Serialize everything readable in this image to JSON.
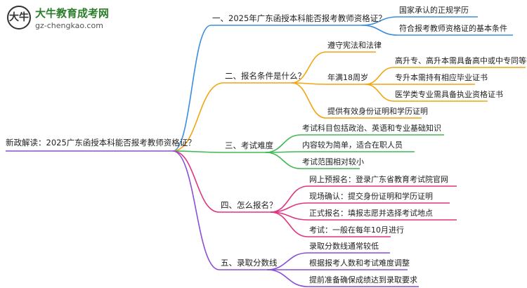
{
  "logo": {
    "name": "大牛教育成考网",
    "url": "gz-chengkao.com",
    "badge": "大牛"
  },
  "root": "新政解读：2025广东函授本科能否报考教师资格证？",
  "colors": {
    "blue": "#3b8de0",
    "orange": "#f2a413",
    "green": "#3fb855",
    "pink": "#e0357f",
    "purple": "#8a4fd6"
  },
  "branches": [
    {
      "label": "一、2025年广东函授本科能否报考教师资格证？",
      "color": "blue",
      "children": [
        "国家承认的正规学历",
        "符合报考教师资格证的基本条件"
      ]
    },
    {
      "label": "二、报名条件是什么？",
      "color": "orange",
      "children": [
        {
          "label": "遵守宪法和法律"
        },
        {
          "label": "年满18周岁",
          "children": [
            "高升专、高升本需具备高中或中专同等学历",
            "专升本需持有相应毕业证书",
            "医学类专业需具备执业资格证书"
          ]
        },
        {
          "label": "提供有效身份证明和学历证明"
        }
      ]
    },
    {
      "label": "三、考试难度",
      "color": "green",
      "children": [
        "考试科目包括政治、英语和专业基础知识",
        "内容较为简单，适合在职人员",
        "考试范围相对较小"
      ]
    },
    {
      "label": "四、怎么报名？",
      "color": "pink",
      "children": [
        "网上预报名：登录广东省教育考试院官网",
        "现场确认：提交身份证明和学历证明",
        "正式报名：填报志愿并选择考试地点",
        "考试：一般在每年10月进行"
      ]
    },
    {
      "label": "五、录取分数线",
      "color": "purple",
      "children": [
        "录取分数线通常较低",
        "根据报考人数和考试难度调整",
        "提前准备确保成绩达到录取要求"
      ]
    }
  ]
}
